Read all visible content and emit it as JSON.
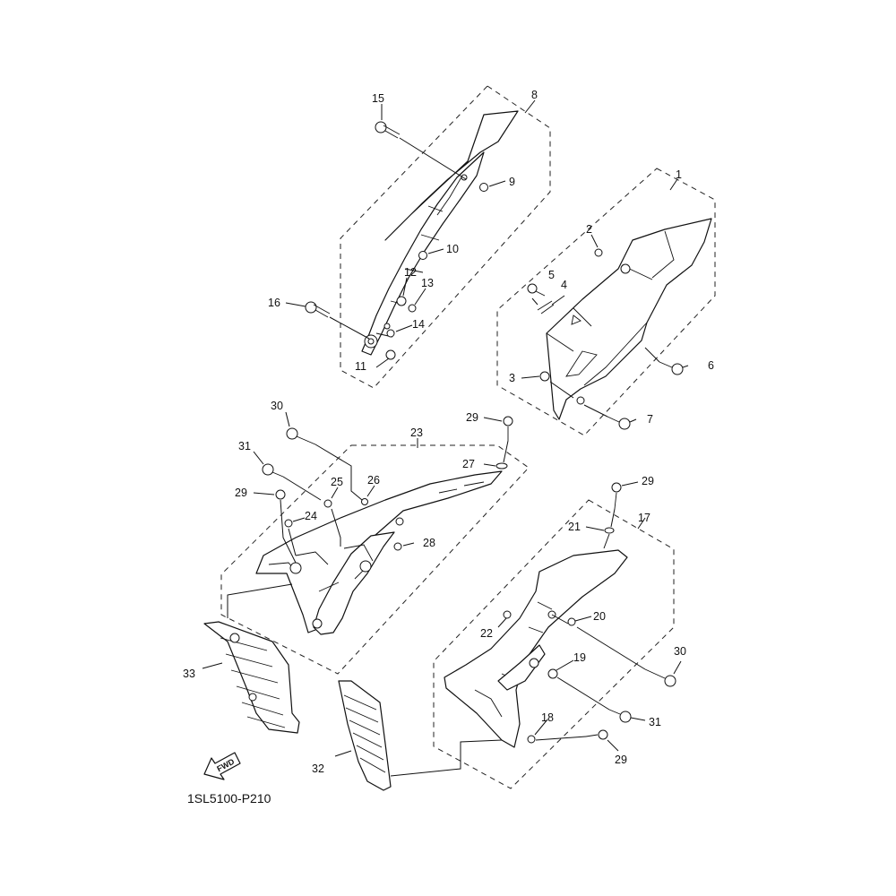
{
  "diagram": {
    "code": "1SL5100-P210",
    "fwd_label": "FWD",
    "callouts": [
      {
        "key": "c1",
        "label": "1"
      },
      {
        "key": "c2",
        "label": "2"
      },
      {
        "key": "c3",
        "label": "3"
      },
      {
        "key": "c4",
        "label": "4"
      },
      {
        "key": "c5",
        "label": "5"
      },
      {
        "key": "c6",
        "label": "6"
      },
      {
        "key": "c7",
        "label": "7"
      },
      {
        "key": "c8",
        "label": "8"
      },
      {
        "key": "c9",
        "label": "9"
      },
      {
        "key": "c10",
        "label": "10"
      },
      {
        "key": "c11",
        "label": "11"
      },
      {
        "key": "c12",
        "label": "12"
      },
      {
        "key": "c13",
        "label": "13"
      },
      {
        "key": "c14",
        "label": "14"
      },
      {
        "key": "c15",
        "label": "15"
      },
      {
        "key": "c16",
        "label": "16"
      },
      {
        "key": "c17",
        "label": "17"
      },
      {
        "key": "c18",
        "label": "18"
      },
      {
        "key": "c19",
        "label": "19"
      },
      {
        "key": "c20",
        "label": "20"
      },
      {
        "key": "c21",
        "label": "21"
      },
      {
        "key": "c22",
        "label": "22"
      },
      {
        "key": "c23",
        "label": "23"
      },
      {
        "key": "c24",
        "label": "24"
      },
      {
        "key": "c25",
        "label": "25"
      },
      {
        "key": "c26",
        "label": "26"
      },
      {
        "key": "c27",
        "label": "27"
      },
      {
        "key": "c28",
        "label": "28"
      },
      {
        "key": "c29a",
        "label": "29"
      },
      {
        "key": "c29b",
        "label": "29"
      },
      {
        "key": "c29c",
        "label": "29"
      },
      {
        "key": "c29d",
        "label": "29"
      },
      {
        "key": "c30a",
        "label": "30"
      },
      {
        "key": "c30b",
        "label": "30"
      },
      {
        "key": "c31a",
        "label": "31"
      },
      {
        "key": "c31b",
        "label": "31"
      },
      {
        "key": "c32",
        "label": "32"
      },
      {
        "key": "c33",
        "label": "33"
      }
    ]
  }
}
